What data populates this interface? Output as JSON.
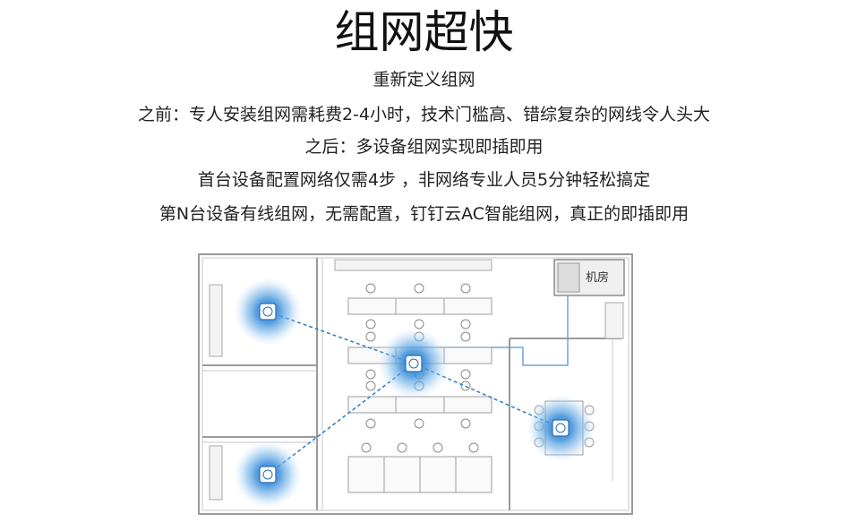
{
  "header": {
    "title": "组网超快",
    "subtitle": "重新定义组网",
    "lines": [
      "之前：专人安装组网需耗费2-4小时，技术门槛高、错综复杂的网线令人头大",
      "之后：多设备组网实现即插即用",
      "首台设备配置网络仅需4步 ，非网络专业人员5分钟轻松搞定",
      "第N台设备有线组网，无需配置，钉钉云AC智能组网，真正的即插即用"
    ]
  },
  "floorplan": {
    "server_room_label": "机房",
    "ap_color": "#3a8fd8",
    "link_color": "#2a7cc7"
  }
}
